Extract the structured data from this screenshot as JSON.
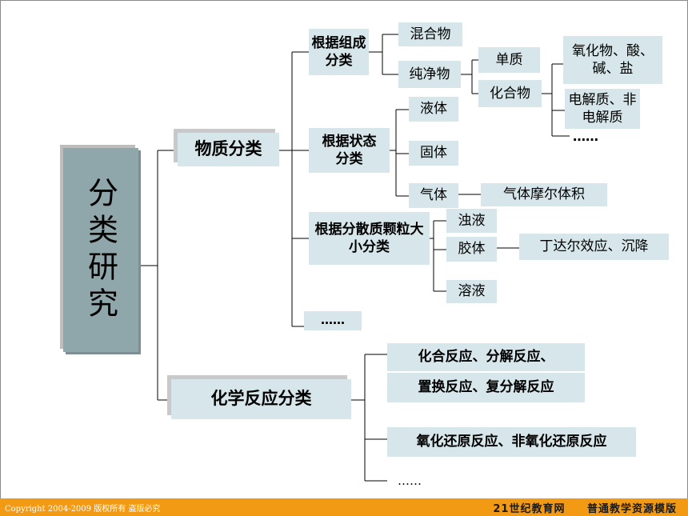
{
  "root": "分类研究",
  "branch_matter": {
    "label": "物质分类",
    "by_composition": {
      "label": "根据组成分类",
      "mixture": "混合物",
      "pure": "纯净物",
      "element": "单质",
      "compound": "化合物",
      "compound_children": [
        "氧化物、酸、碱、盐",
        "电解质、非电解质",
        "……"
      ]
    },
    "by_state": {
      "label": "根据状态分类",
      "liquid": "液体",
      "solid": "固体",
      "gas": "气体",
      "gas_note": "气体摩尔体积"
    },
    "by_particle": {
      "label": "根据分散质颗粒大小分类",
      "turbid": "浊液",
      "colloid": "胶体",
      "colloid_note": "丁达尔效应、沉降",
      "solution": "溶液"
    },
    "more": "……"
  },
  "branch_reaction": {
    "label": "化学反应分类",
    "basic_line1": "化合反应、分解反应、",
    "basic_line2": "置换反应、复分解反应",
    "redox": "氧化还原反应、非氧化还原反应",
    "more": "……"
  },
  "footer": {
    "copyright": "Copyright 2004-2009 版权所有 盗版必究",
    "site": "21世纪教育网",
    "template": "普通教学资源模版"
  }
}
